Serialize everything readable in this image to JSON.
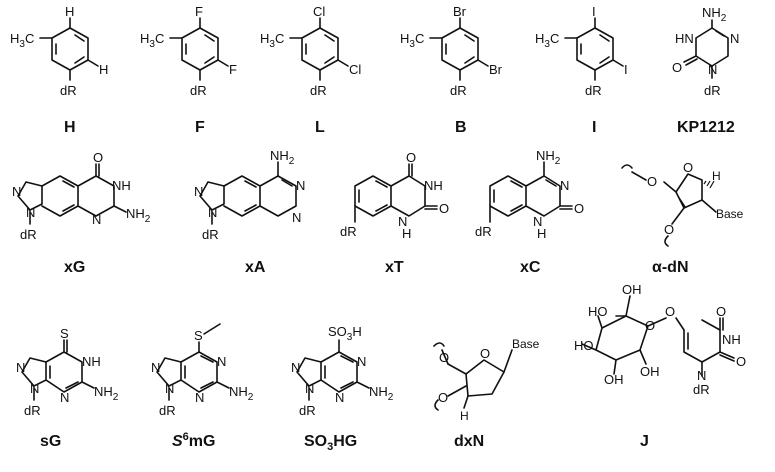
{
  "captions": {
    "H": "H",
    "F": "F",
    "L": "L",
    "B": "B",
    "I": "I",
    "KP1212": "KP1212",
    "xG": "xG",
    "xA": "xA",
    "xT": "xT",
    "xC": "xC",
    "a_dN": "α-dN",
    "sG": "sG",
    "S6mG_s": "S",
    "S6mG_6": "6",
    "S6mG_rest": "mG",
    "SO3HG_a": "SO",
    "SO3HG_3": "3",
    "SO3HG_b": "HG",
    "dxN": "dxN",
    "J": "J"
  },
  "atoms": {
    "H": "H",
    "F": "F",
    "Cl": "Cl",
    "Br": "Br",
    "I": "I",
    "O": "O",
    "N": "N",
    "S": "S",
    "NH": "NH",
    "HN": "HN",
    "OH": "OH",
    "HO": "HO",
    "dR": "dR",
    "Base": "Base",
    "CH3_H": "H",
    "CH3_3": "3",
    "CH3_C": "C",
    "NH2_NH": "NH",
    "NH2_2": "2",
    "SO3H_SO": "SO",
    "SO3H_3": "3",
    "SO3H_H": "H"
  }
}
